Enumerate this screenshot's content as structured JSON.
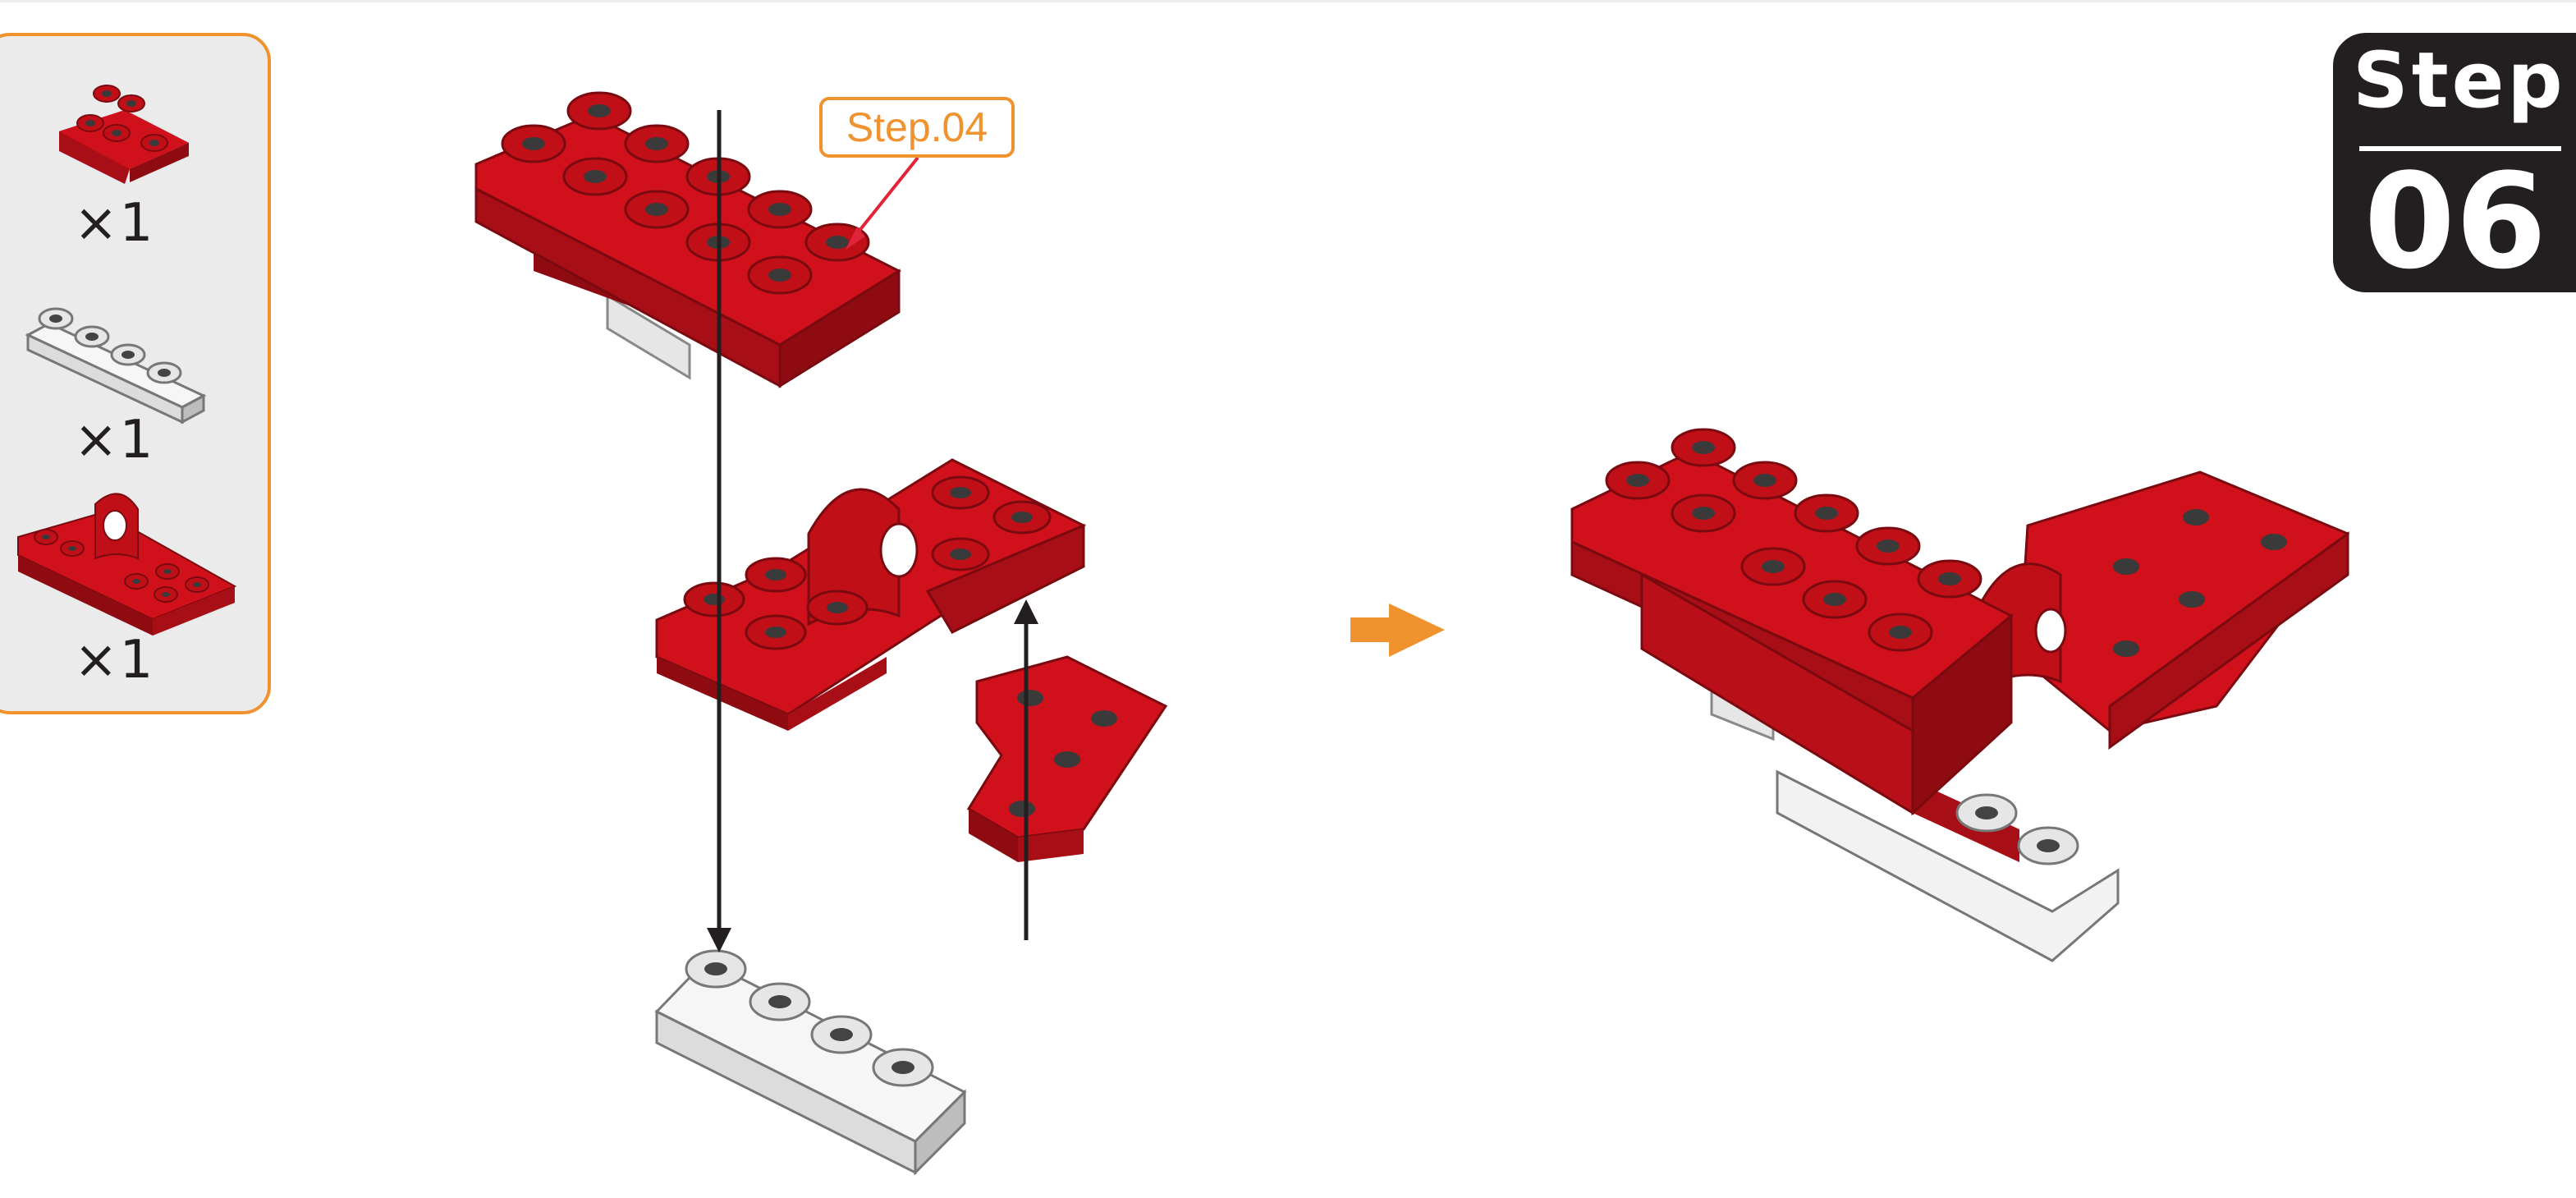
{
  "parts_list": [
    {
      "icon": "red-l-plate-icon",
      "quantity": "×1"
    },
    {
      "icon": "white-1x4-plate-icon",
      "quantity": "×1"
    },
    {
      "icon": "red-hinge-plate-icon",
      "quantity": "×1"
    }
  ],
  "callout": {
    "label": "Step.04"
  },
  "step_badge": {
    "word": "Step",
    "number": "06"
  },
  "colors": {
    "accent_orange": "#f0922e",
    "brick_red": "#d0111b",
    "plate_white": "#e8e8e8",
    "badge_black": "#231f20"
  }
}
